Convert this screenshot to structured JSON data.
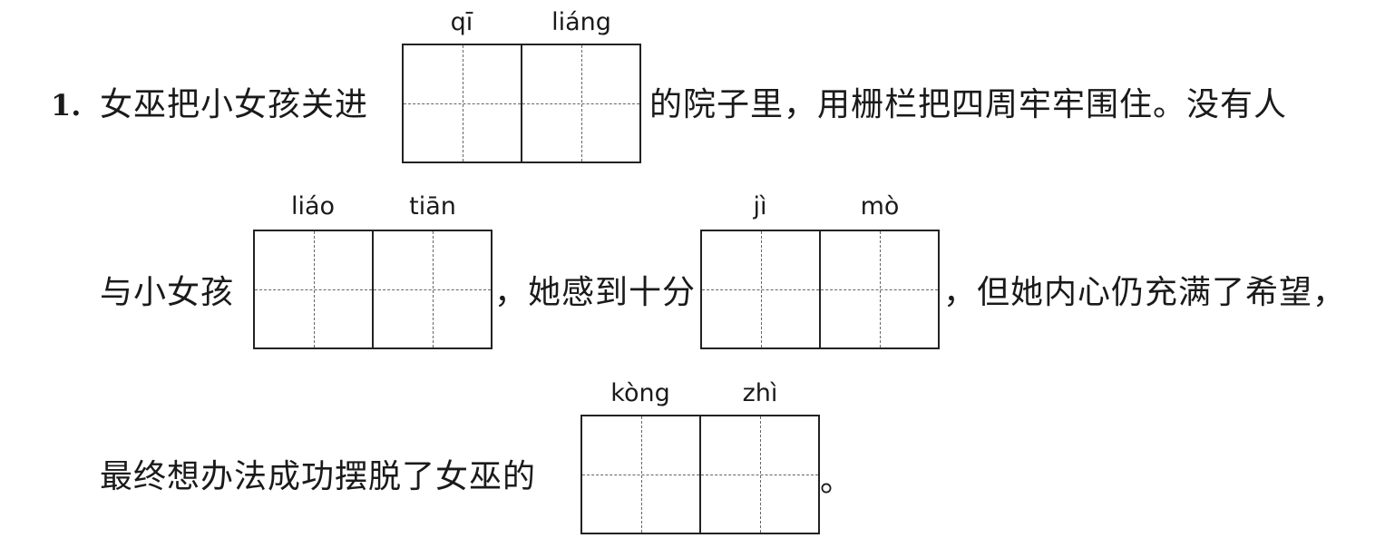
{
  "question": {
    "number": "1.",
    "segments": [
      "女巫把小女孩关进",
      "的院子里，用栅栏把四周牢牢围住。没有人",
      "与小女孩",
      "，她感到十分",
      "，但她内心仍充满了希望，",
      "最终想办法成功摆脱了女巫的",
      "。"
    ],
    "blanks": [
      {
        "pinyin": [
          "qī",
          "liáng"
        ]
      },
      {
        "pinyin": [
          "liáo",
          "tiān"
        ]
      },
      {
        "pinyin": [
          "jì",
          "mò"
        ]
      },
      {
        "pinyin": [
          "kòng",
          "zhì"
        ]
      }
    ]
  }
}
